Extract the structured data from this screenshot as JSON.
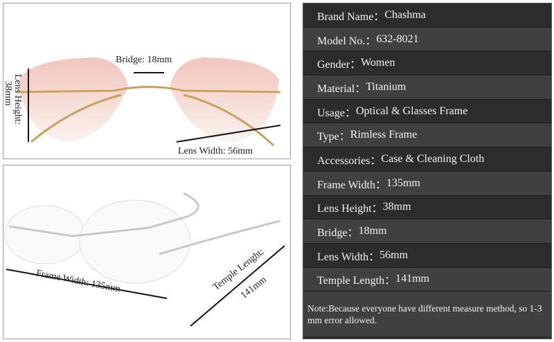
{
  "specs": [
    {
      "label": "Brand Name：",
      "value": "Chashma"
    },
    {
      "label": "Model No.：",
      "value": "632-8021"
    },
    {
      "label": "Gender：",
      "value": "Women"
    },
    {
      "label": "Material：",
      "value": "Titanium"
    },
    {
      "label": "Usage：",
      "value": "Optical & Glasses Frame"
    },
    {
      "label": "Type：",
      "value": "Rimless Frame"
    },
    {
      "label": "Accessories：",
      "value": "Case & Cleaning Cloth"
    },
    {
      "label": "Frame Width：",
      "value": "135mm"
    },
    {
      "label": "Lens Height：",
      "value": "38mm"
    },
    {
      "label": "Bridge：",
      "value": "18mm"
    },
    {
      "label": "Lens Width：",
      "value": "56mm"
    },
    {
      "label": "Temple Length：",
      "value": "141mm"
    }
  ],
  "note": "Note:Because everyone have different measure method, so 1-3 mm error allowed.",
  "dims": {
    "bridge": "Bridge: 18mm",
    "lens_height_1": "Lens Height:",
    "lens_height_2": "38mm",
    "lens_width": "Lens Width: 56mm",
    "frame_width": "Frame Width:  135mm",
    "temple_1": "Temple Lenght:",
    "temple_2": "141mm"
  }
}
